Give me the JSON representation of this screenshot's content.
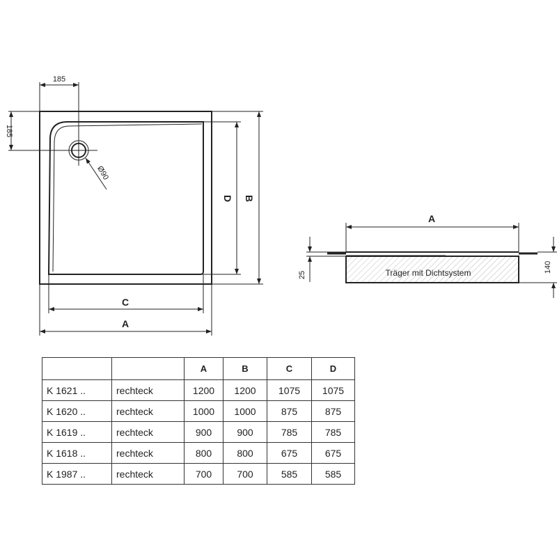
{
  "plan_view": {
    "dim_drain_x": "185",
    "dim_drain_y": "185",
    "drain_diameter": "Ø90",
    "label_a": "A",
    "label_b": "B",
    "label_c": "C",
    "label_d": "D"
  },
  "side_view": {
    "label_a": "A",
    "dim_height": "140",
    "dim_thickness": "25",
    "support_label": "Träger mit Dichtsystem"
  },
  "table": {
    "headers": [
      "",
      "",
      "A",
      "B",
      "C",
      "D"
    ],
    "rows": [
      [
        "K 1621 ..",
        "rechteck",
        "1200",
        "1200",
        "1075",
        "1075"
      ],
      [
        "K 1620 ..",
        "rechteck",
        "1000",
        "1000",
        "875",
        "875"
      ],
      [
        "K 1619 ..",
        "rechteck",
        "900",
        "900",
        "785",
        "785"
      ],
      [
        "K 1618 ..",
        "rechteck",
        "800",
        "800",
        "675",
        "675"
      ],
      [
        "K 1987 ..",
        "rechteck",
        "700",
        "700",
        "585",
        "585"
      ]
    ]
  }
}
